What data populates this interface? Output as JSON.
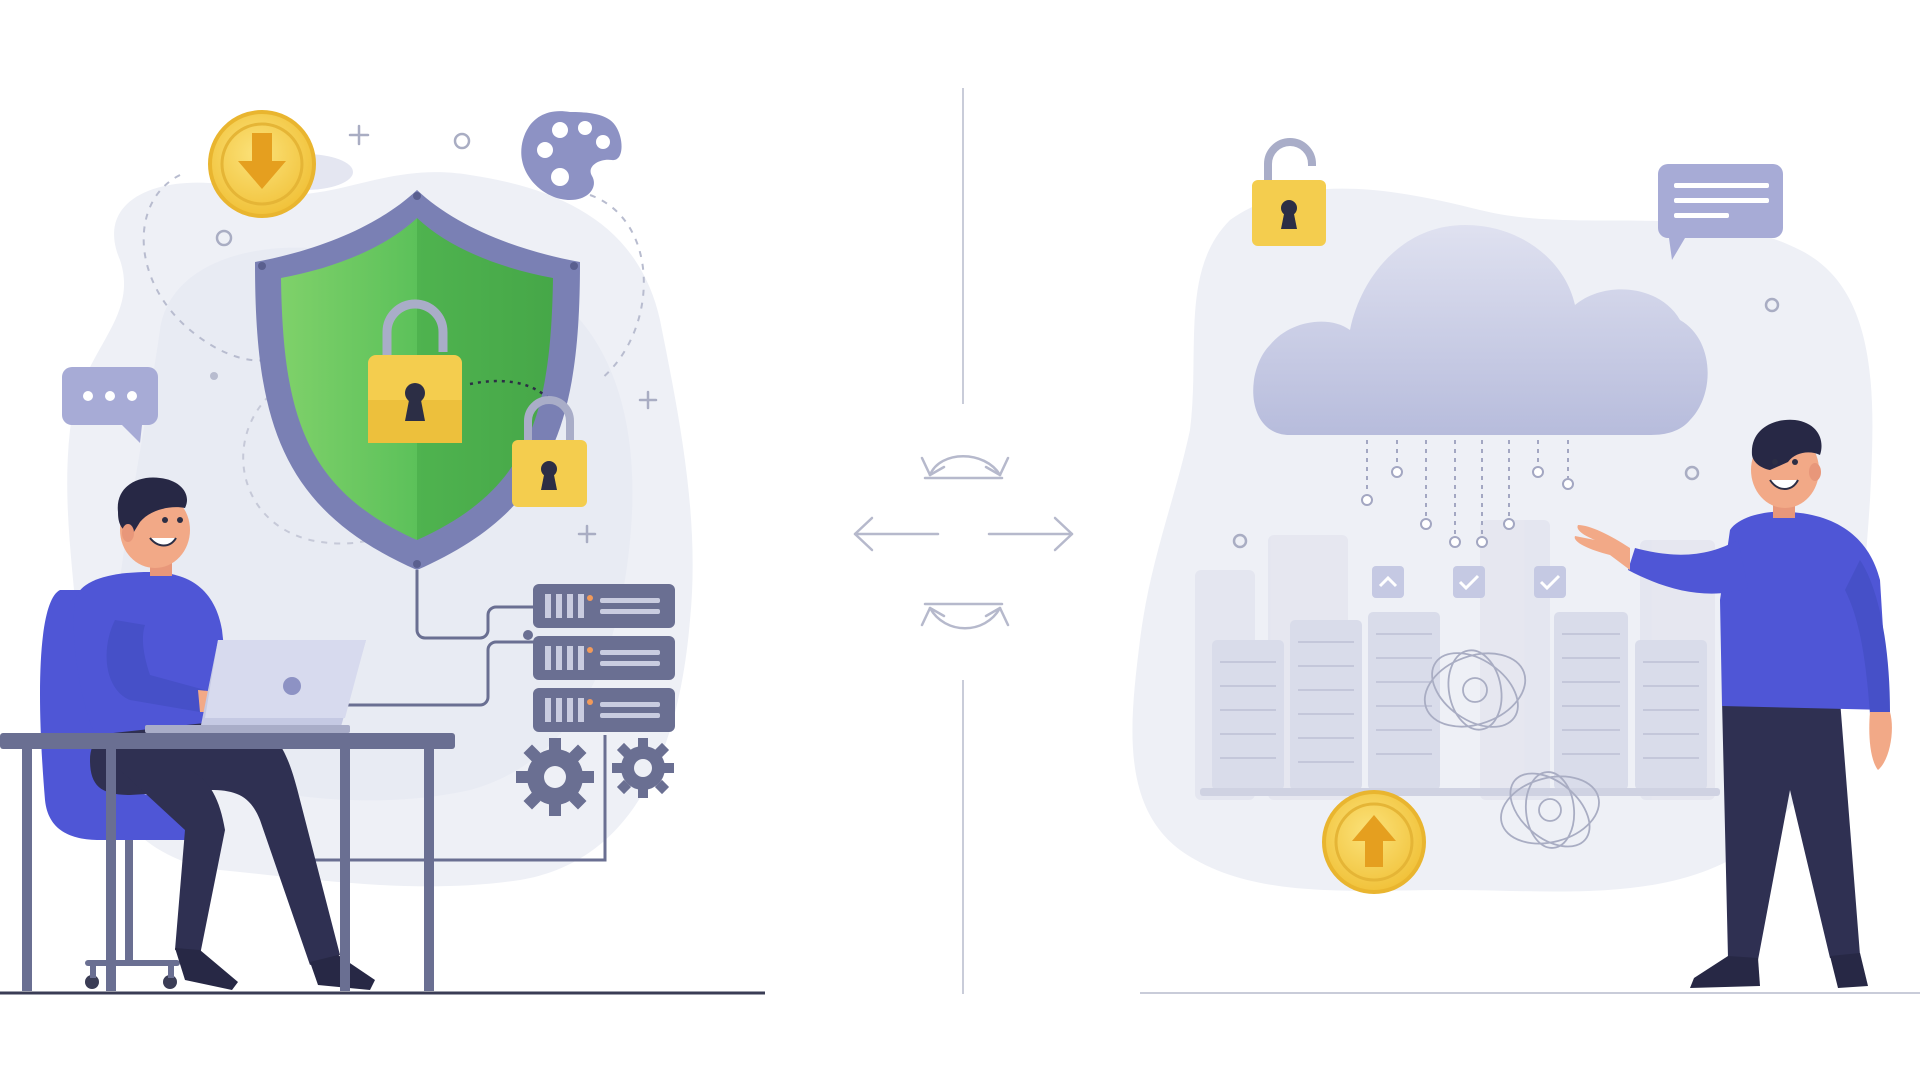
{
  "illustration": {
    "left_panel": {
      "theme": "data-security",
      "icons": [
        "download-coin-icon",
        "shield-icon",
        "padlock-icon",
        "padlock-small-icon",
        "palette-icon",
        "chat-bubble-icon",
        "server-rack-icon",
        "gear-icon",
        "laptop-icon",
        "desk",
        "office-chair"
      ]
    },
    "center": {
      "icons": [
        "left-arrow-icon",
        "right-arrow-icon",
        "sync-top-icon",
        "sync-bottom-icon"
      ]
    },
    "right_panel": {
      "theme": "cloud-storage",
      "icons": [
        "cloud-icon",
        "unlocked-padlock-icon",
        "message-bubble-icon",
        "upload-coin-icon",
        "server-rack-icon",
        "checkbox-icon",
        "network-orbit-icon"
      ]
    },
    "colors": {
      "background": "#ffffff",
      "blob": "#eceef6",
      "blob_dark": "#e2e5f1",
      "shield_green": "#5cc15a",
      "shield_border": "#7a80b4",
      "lock_gold": "#f4cd4e",
      "lock_shackle": "#a9adc8",
      "person_shirt": "#4f56d6",
      "person_pants": "#2f3052",
      "skin": "#f2a987",
      "hair": "#272845",
      "coin_gold": "#f6d04d",
      "server": "#6a6f92",
      "cloud": "#c5c9e3",
      "line": "#c9ccd9",
      "floor": "#3a3c55"
    }
  }
}
